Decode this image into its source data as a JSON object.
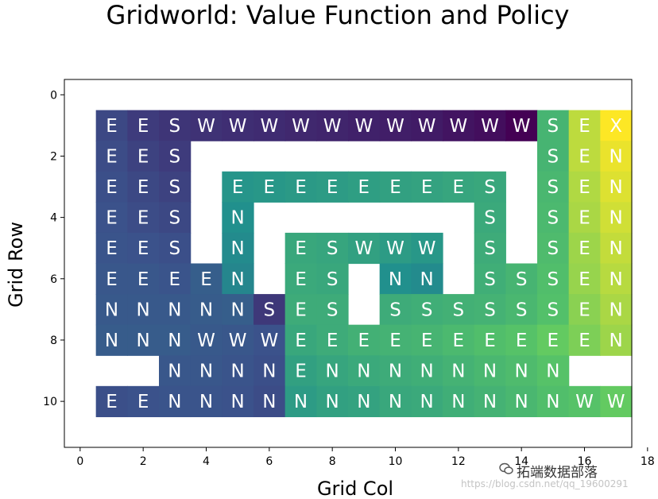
{
  "chart_data": {
    "type": "heatmap",
    "title": "Gridworld: Value Function and Policy",
    "xlabel": "Grid Col",
    "ylabel": "Grid Row",
    "xlim": [
      -0.5,
      17.5
    ],
    "ylim": [
      11.5,
      -0.5
    ],
    "xticks": [
      0,
      2,
      4,
      6,
      8,
      10,
      12,
      14,
      16,
      18
    ],
    "yticks": [
      0,
      2,
      4,
      6,
      8,
      10
    ],
    "colormap": "viridis",
    "color_stops": [
      "#440154",
      "#3b528b",
      "#21908d",
      "#5dc963",
      "#fde725"
    ],
    "rows": [
      {
        "row": 1,
        "cells": [
          {
            "col": 1,
            "a": "E",
            "v": 0.22
          },
          {
            "col": 2,
            "a": "E",
            "v": 0.18
          },
          {
            "col": 3,
            "a": "S",
            "v": 0.16
          },
          {
            "col": 4,
            "a": "W",
            "v": 0.15
          },
          {
            "col": 5,
            "a": "W",
            "v": 0.14
          },
          {
            "col": 6,
            "a": "W",
            "v": 0.13
          },
          {
            "col": 7,
            "a": "W",
            "v": 0.12
          },
          {
            "col": 8,
            "a": "W",
            "v": 0.11
          },
          {
            "col": 9,
            "a": "W",
            "v": 0.1
          },
          {
            "col": 10,
            "a": "W",
            "v": 0.09
          },
          {
            "col": 11,
            "a": "W",
            "v": 0.08
          },
          {
            "col": 12,
            "a": "W",
            "v": 0.06
          },
          {
            "col": 13,
            "a": "W",
            "v": 0.04
          },
          {
            "col": 14,
            "a": "W",
            "v": 0.0
          },
          {
            "col": 15,
            "a": "S",
            "v": 0.66
          },
          {
            "col": 16,
            "a": "E",
            "v": 0.9
          },
          {
            "col": 17,
            "a": "X",
            "v": 1.0
          }
        ]
      },
      {
        "row": 2,
        "cells": [
          {
            "col": 1,
            "a": "E",
            "v": 0.23
          },
          {
            "col": 2,
            "a": "E",
            "v": 0.2
          },
          {
            "col": 3,
            "a": "S",
            "v": 0.18
          },
          {
            "col": 15,
            "a": "S",
            "v": 0.66
          },
          {
            "col": 16,
            "a": "E",
            "v": 0.9
          },
          {
            "col": 17,
            "a": "N",
            "v": 0.97
          }
        ]
      },
      {
        "row": 3,
        "cells": [
          {
            "col": 1,
            "a": "E",
            "v": 0.24
          },
          {
            "col": 2,
            "a": "E",
            "v": 0.22
          },
          {
            "col": 3,
            "a": "S",
            "v": 0.2
          },
          {
            "col": 5,
            "a": "E",
            "v": 0.52
          },
          {
            "col": 6,
            "a": "E",
            "v": 0.53
          },
          {
            "col": 7,
            "a": "E",
            "v": 0.54
          },
          {
            "col": 8,
            "a": "E",
            "v": 0.55
          },
          {
            "col": 9,
            "a": "E",
            "v": 0.56
          },
          {
            "col": 10,
            "a": "E",
            "v": 0.57
          },
          {
            "col": 11,
            "a": "E",
            "v": 0.58
          },
          {
            "col": 12,
            "a": "E",
            "v": 0.59
          },
          {
            "col": 13,
            "a": "S",
            "v": 0.6
          },
          {
            "col": 15,
            "a": "S",
            "v": 0.67
          },
          {
            "col": 16,
            "a": "E",
            "v": 0.88
          },
          {
            "col": 17,
            "a": "N",
            "v": 0.95
          }
        ]
      },
      {
        "row": 4,
        "cells": [
          {
            "col": 1,
            "a": "E",
            "v": 0.25
          },
          {
            "col": 2,
            "a": "E",
            "v": 0.23
          },
          {
            "col": 3,
            "a": "S",
            "v": 0.22
          },
          {
            "col": 5,
            "a": "N",
            "v": 0.5
          },
          {
            "col": 13,
            "a": "S",
            "v": 0.61
          },
          {
            "col": 15,
            "a": "S",
            "v": 0.68
          },
          {
            "col": 16,
            "a": "E",
            "v": 0.87
          },
          {
            "col": 17,
            "a": "N",
            "v": 0.93
          }
        ]
      },
      {
        "row": 5,
        "cells": [
          {
            "col": 1,
            "a": "E",
            "v": 0.26
          },
          {
            "col": 2,
            "a": "E",
            "v": 0.25
          },
          {
            "col": 3,
            "a": "S",
            "v": 0.24
          },
          {
            "col": 5,
            "a": "N",
            "v": 0.48
          },
          {
            "col": 7,
            "a": "E",
            "v": 0.6
          },
          {
            "col": 8,
            "a": "S",
            "v": 0.59
          },
          {
            "col": 9,
            "a": "W",
            "v": 0.57
          },
          {
            "col": 10,
            "a": "W",
            "v": 0.55
          },
          {
            "col": 11,
            "a": "W",
            "v": 0.53
          },
          {
            "col": 13,
            "a": "S",
            "v": 0.62
          },
          {
            "col": 15,
            "a": "S",
            "v": 0.69
          },
          {
            "col": 16,
            "a": "E",
            "v": 0.85
          },
          {
            "col": 17,
            "a": "N",
            "v": 0.91
          }
        ]
      },
      {
        "row": 6,
        "cells": [
          {
            "col": 1,
            "a": "E",
            "v": 0.27
          },
          {
            "col": 2,
            "a": "E",
            "v": 0.27
          },
          {
            "col": 3,
            "a": "E",
            "v": 0.26
          },
          {
            "col": 4,
            "a": "E",
            "v": 0.3
          },
          {
            "col": 5,
            "a": "N",
            "v": 0.46
          },
          {
            "col": 7,
            "a": "E",
            "v": 0.61
          },
          {
            "col": 8,
            "a": "S",
            "v": 0.6
          },
          {
            "col": 10,
            "a": "N",
            "v": 0.5
          },
          {
            "col": 11,
            "a": "N",
            "v": 0.48
          },
          {
            "col": 13,
            "a": "S",
            "v": 0.63
          },
          {
            "col": 14,
            "a": "S",
            "v": 0.66
          },
          {
            "col": 15,
            "a": "S",
            "v": 0.7
          },
          {
            "col": 16,
            "a": "E",
            "v": 0.84
          },
          {
            "col": 17,
            "a": "N",
            "v": 0.89
          }
        ]
      },
      {
        "row": 7,
        "cells": [
          {
            "col": 1,
            "a": "N",
            "v": 0.28
          },
          {
            "col": 2,
            "a": "N",
            "v": 0.28
          },
          {
            "col": 3,
            "a": "N",
            "v": 0.28
          },
          {
            "col": 4,
            "a": "N",
            "v": 0.29
          },
          {
            "col": 5,
            "a": "N",
            "v": 0.3
          },
          {
            "col": 6,
            "a": "S",
            "v": 0.17
          },
          {
            "col": 7,
            "a": "E",
            "v": 0.62
          },
          {
            "col": 8,
            "a": "S",
            "v": 0.62
          },
          {
            "col": 10,
            "a": "S",
            "v": 0.62
          },
          {
            "col": 11,
            "a": "S",
            "v": 0.63
          },
          {
            "col": 12,
            "a": "S",
            "v": 0.64
          },
          {
            "col": 13,
            "a": "S",
            "v": 0.65
          },
          {
            "col": 14,
            "a": "S",
            "v": 0.67
          },
          {
            "col": 15,
            "a": "S",
            "v": 0.71
          },
          {
            "col": 16,
            "a": "E",
            "v": 0.82
          },
          {
            "col": 17,
            "a": "N",
            "v": 0.87
          }
        ]
      },
      {
        "row": 8,
        "cells": [
          {
            "col": 1,
            "a": "N",
            "v": 0.29
          },
          {
            "col": 2,
            "a": "N",
            "v": 0.29
          },
          {
            "col": 3,
            "a": "N",
            "v": 0.29
          },
          {
            "col": 4,
            "a": "W",
            "v": 0.28
          },
          {
            "col": 5,
            "a": "W",
            "v": 0.27
          },
          {
            "col": 6,
            "a": "W",
            "v": 0.25
          },
          {
            "col": 7,
            "a": "E",
            "v": 0.6
          },
          {
            "col": 8,
            "a": "E",
            "v": 0.62
          },
          {
            "col": 9,
            "a": "E",
            "v": 0.64
          },
          {
            "col": 10,
            "a": "E",
            "v": 0.65
          },
          {
            "col": 11,
            "a": "E",
            "v": 0.66
          },
          {
            "col": 12,
            "a": "E",
            "v": 0.68
          },
          {
            "col": 13,
            "a": "E",
            "v": 0.7
          },
          {
            "col": 14,
            "a": "E",
            "v": 0.72
          },
          {
            "col": 15,
            "a": "E",
            "v": 0.76
          },
          {
            "col": 16,
            "a": "E",
            "v": 0.8
          },
          {
            "col": 17,
            "a": "N",
            "v": 0.85
          }
        ]
      },
      {
        "row": 9,
        "cells": [
          {
            "col": 3,
            "a": "N",
            "v": 0.27
          },
          {
            "col": 4,
            "a": "N",
            "v": 0.27
          },
          {
            "col": 5,
            "a": "N",
            "v": 0.26
          },
          {
            "col": 6,
            "a": "N",
            "v": 0.24
          },
          {
            "col": 7,
            "a": "E",
            "v": 0.57
          },
          {
            "col": 8,
            "a": "N",
            "v": 0.59
          },
          {
            "col": 9,
            "a": "N",
            "v": 0.61
          },
          {
            "col": 10,
            "a": "N",
            "v": 0.62
          },
          {
            "col": 11,
            "a": "N",
            "v": 0.63
          },
          {
            "col": 12,
            "a": "N",
            "v": 0.65
          },
          {
            "col": 13,
            "a": "N",
            "v": 0.67
          },
          {
            "col": 14,
            "a": "N",
            "v": 0.69
          },
          {
            "col": 15,
            "a": "N",
            "v": 0.72
          }
        ]
      },
      {
        "row": 10,
        "cells": [
          {
            "col": 1,
            "a": "E",
            "v": 0.24
          },
          {
            "col": 2,
            "a": "E",
            "v": 0.25
          },
          {
            "col": 3,
            "a": "N",
            "v": 0.26
          },
          {
            "col": 4,
            "a": "N",
            "v": 0.26
          },
          {
            "col": 5,
            "a": "N",
            "v": 0.25
          },
          {
            "col": 6,
            "a": "N",
            "v": 0.23
          },
          {
            "col": 7,
            "a": "N",
            "v": 0.55
          },
          {
            "col": 8,
            "a": "N",
            "v": 0.57
          },
          {
            "col": 9,
            "a": "N",
            "v": 0.58
          },
          {
            "col": 10,
            "a": "N",
            "v": 0.6
          },
          {
            "col": 11,
            "a": "N",
            "v": 0.61
          },
          {
            "col": 12,
            "a": "N",
            "v": 0.63
          },
          {
            "col": 13,
            "a": "N",
            "v": 0.65
          },
          {
            "col": 14,
            "a": "N",
            "v": 0.67
          },
          {
            "col": 15,
            "a": "N",
            "v": 0.7
          },
          {
            "col": 16,
            "a": "W",
            "v": 0.72
          },
          {
            "col": 17,
            "a": "W",
            "v": 0.76
          }
        ]
      }
    ]
  },
  "watermark": {
    "brand": "拓端数据部落",
    "url": "https://blog.csdn.net/qq_19600291"
  }
}
